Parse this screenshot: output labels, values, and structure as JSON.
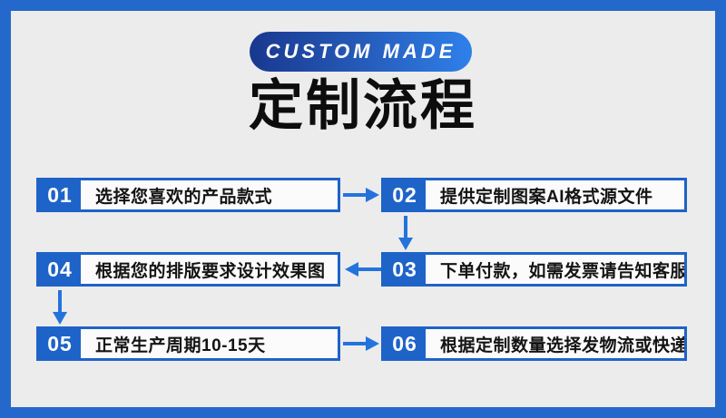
{
  "badge": {
    "label": "CUSTOM MADE"
  },
  "title": "定制流程",
  "steps": [
    {
      "num": "01",
      "text": "选择您喜欢的产品款式"
    },
    {
      "num": "02",
      "text": "提供定制图案AI格式源文件"
    },
    {
      "num": "03",
      "text": "下单付款，如需发票请告知客服"
    },
    {
      "num": "04",
      "text": "根据您的排版要求设计效果图"
    },
    {
      "num": "05",
      "text": "正常生产周期10-15天"
    },
    {
      "num": "06",
      "text": "根据定制数量选择发物流或快递"
    }
  ],
  "icons": {
    "arrow_right": "right-arrow",
    "arrow_down": "down-arrow",
    "arrow_left": "left-arrow"
  },
  "colors": {
    "frame_border": "#2468cb",
    "background": "#ececec",
    "step_block_blue": "#1e63c8",
    "arrow_blue": "#2473dc",
    "badge_gradient_start": "#19388f",
    "badge_gradient_end": "#2f80ea",
    "badge_text": "#ffffff",
    "title_text": "#0d0d0d",
    "step_text": "#141414",
    "step_box_fill": "#fbfbfb"
  }
}
